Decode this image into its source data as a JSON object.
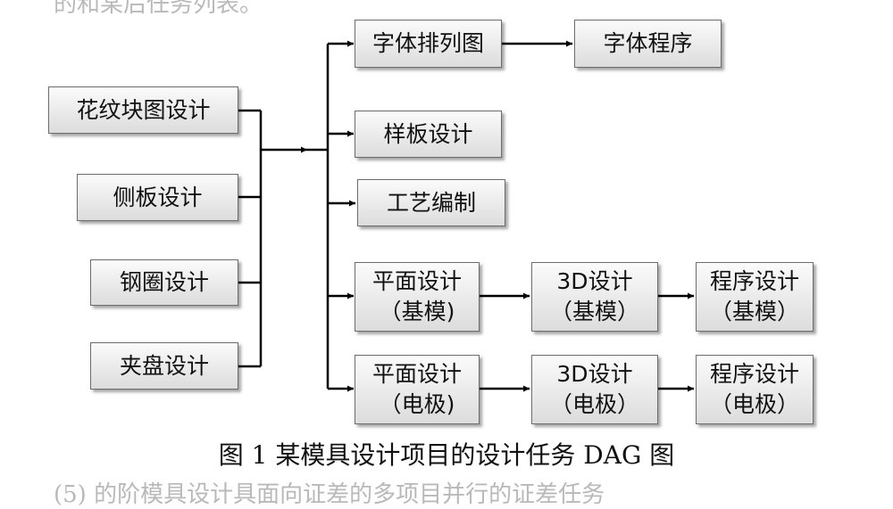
{
  "bleed_top": "的和某后任务列表。",
  "bleed_bottom": "(5) 的阶模具设计具面向证差的多项目并行的证差任务",
  "nodes": {
    "huawen": "花纹块图设计",
    "ceban": "侧板设计",
    "gangquan": "钢圈设计",
    "jiapan": "夹盘设计",
    "zitipailie": "字体排列图",
    "zitichengxu": "字体程序",
    "yangban": "样板设计",
    "gongyi": "工艺编制",
    "pingmian_jimo": {
      "line1": "平面设计",
      "line2": "（基模)"
    },
    "sanD_jimo": {
      "line1": "3D设计",
      "line2": "（基模）"
    },
    "chengxu_jimo": {
      "line1": "程序设计",
      "line2": "（基模）"
    },
    "pingmian_dianji": {
      "line1": "平面设计",
      "line2": "（电极)"
    },
    "sanD_dianji": {
      "line1": "3D设计",
      "line2": "（电极）"
    },
    "chengxu_dianji": {
      "line1": "程序设计",
      "line2": "（电极）"
    }
  },
  "caption": "图 1  某模具设计项目的设计任务 DAG 图"
}
